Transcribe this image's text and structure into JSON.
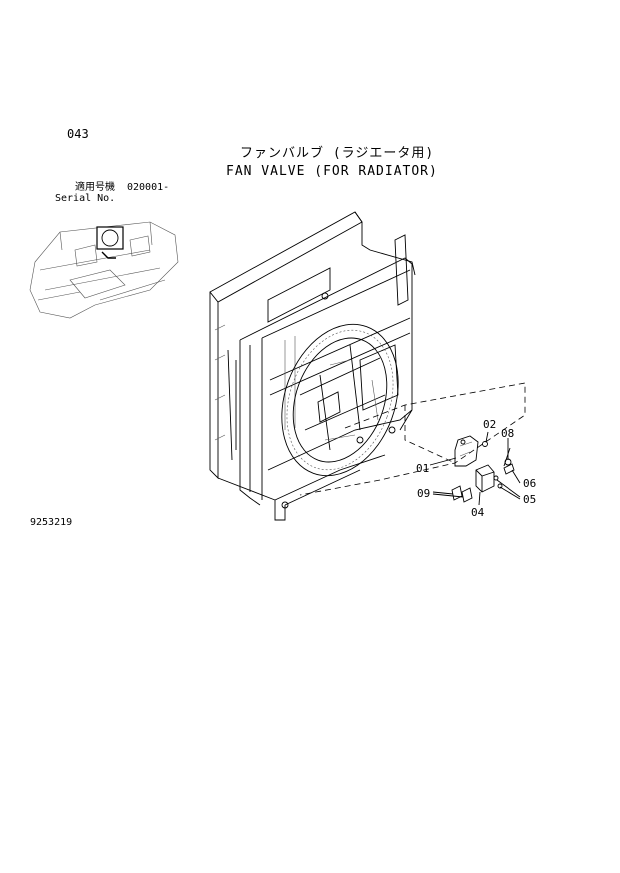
{
  "page_number": "043",
  "title_jp": "ファンバルブ (ラジエータ用)",
  "title_en": "FAN VALVE (FOR RADIATOR)",
  "serial": {
    "label_jp": "適用号機",
    "value": "020001-",
    "label_en": "Serial No."
  },
  "drawing_number": "9253219",
  "callouts": {
    "c01": "01",
    "c02": "02",
    "c04": "04",
    "c05": "05",
    "c06": "06",
    "c08": "08",
    "c09": "09"
  }
}
